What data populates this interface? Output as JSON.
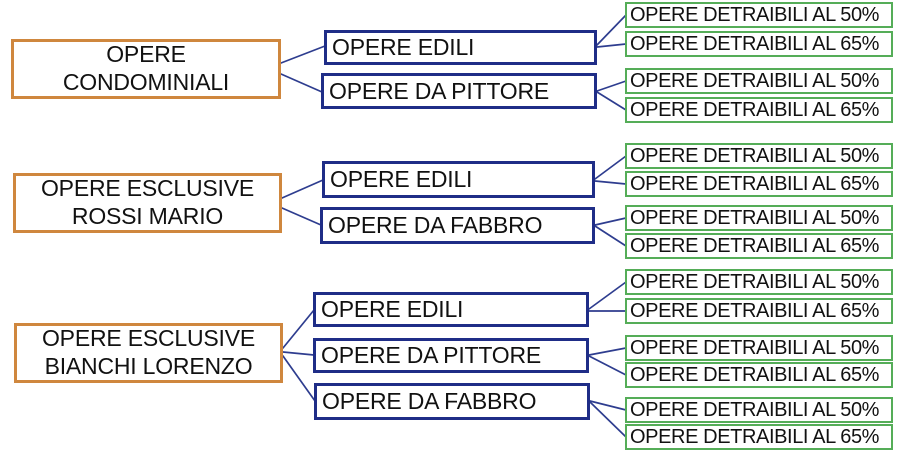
{
  "diagram": {
    "title": "Opere e detrazioni - schema ad albero",
    "colors": {
      "root_border": "#cf873e",
      "branch_border": "#1f2d87",
      "leaf_border": "#55ad58",
      "connector": "#2e3d8f",
      "text": "#111111",
      "background": "#ffffff"
    },
    "groups": [
      {
        "root": {
          "lines": [
            "OPERE",
            "CONDOMINIALI"
          ]
        },
        "branches": [
          {
            "label": "OPERE EDILI",
            "leaves": [
              "OPERE DETRAIBILI AL 50%",
              "OPERE DETRAIBILI AL 65%"
            ]
          },
          {
            "label": "OPERE DA PITTORE",
            "leaves": [
              "OPERE DETRAIBILI AL 50%",
              "OPERE DETRAIBILI AL 65%"
            ]
          }
        ]
      },
      {
        "root": {
          "lines": [
            "OPERE ESCLUSIVE",
            "ROSSI MARIO"
          ]
        },
        "branches": [
          {
            "label": "OPERE EDILI",
            "leaves": [
              "OPERE DETRAIBILI AL 50%",
              "OPERE DETRAIBILI AL 65%"
            ]
          },
          {
            "label": "OPERE DA FABBRO",
            "leaves": [
              "OPERE DETRAIBILI AL 50%",
              "OPERE DETRAIBILI AL 65%"
            ]
          }
        ]
      },
      {
        "root": {
          "lines": [
            "OPERE ESCLUSIVE",
            "BIANCHI LORENZO"
          ]
        },
        "branches": [
          {
            "label": "OPERE EDILI",
            "leaves": [
              "OPERE DETRAIBILI AL 50%",
              "OPERE DETRAIBILI AL 65%"
            ]
          },
          {
            "label": "OPERE DA PITTORE",
            "leaves": [
              "OPERE DETRAIBILI AL 50%",
              "OPERE DETRAIBILI AL 65%"
            ]
          },
          {
            "label": "OPERE DA FABBRO",
            "leaves": [
              "OPERE DETRAIBILI AL 50%",
              "OPERE DETRAIBILI AL 65%"
            ]
          }
        ]
      }
    ]
  }
}
